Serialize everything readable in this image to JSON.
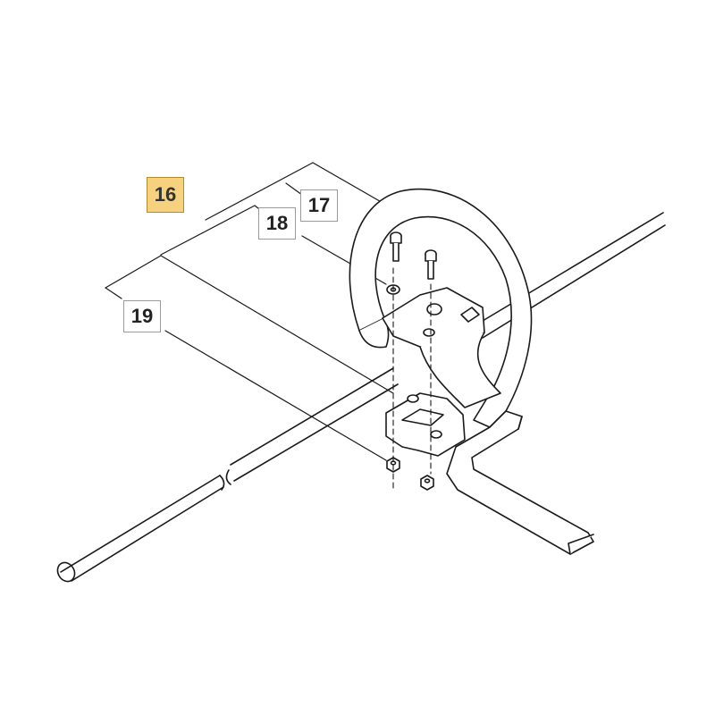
{
  "diagram": {
    "type": "exploded-parts-view",
    "highlight_color": "#f7d27e",
    "line_color": "#1a1a1a"
  },
  "callouts": {
    "assembly": {
      "label": "16",
      "highlighted": true
    },
    "screws": {
      "label": "17",
      "highlighted": false
    },
    "washers": {
      "label": "18",
      "highlighted": false
    },
    "nuts": {
      "label": "19",
      "highlighted": false
    }
  }
}
